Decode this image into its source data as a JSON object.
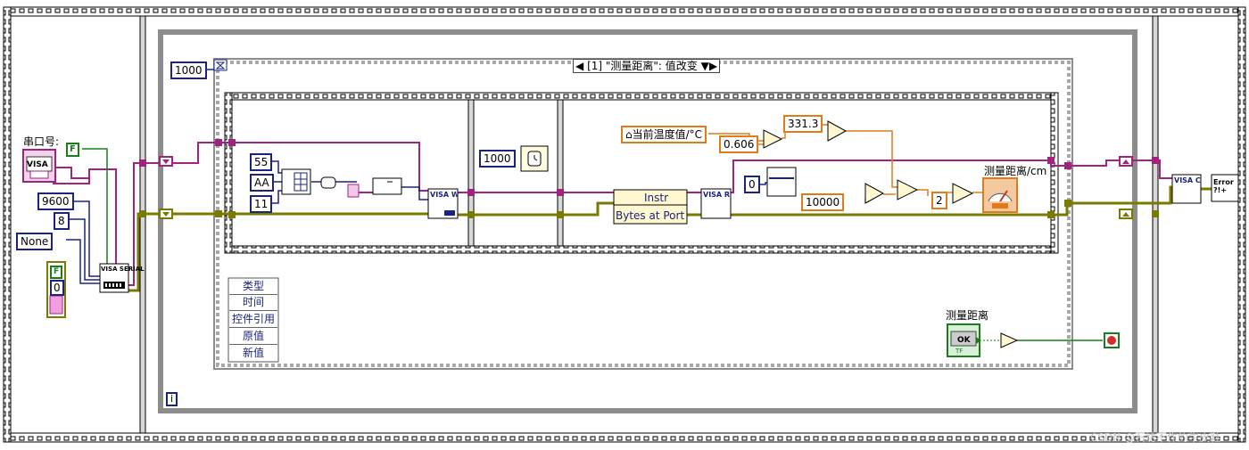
{
  "left_frame": {
    "port_label": "串口号:",
    "port_value": "VISA",
    "baud_rate": "9600",
    "data_bits": "8",
    "parity": "None",
    "flag_false": "F",
    "error_code": "0",
    "serial_node": "VISA SERIAL"
  },
  "while_loop": {
    "timeout": "1000",
    "iteration": "i"
  },
  "event_structure": {
    "case_selector": "[1] \"测量距离\": 值改变",
    "event_data": [
      "类型",
      "时间",
      "控件引用",
      "原值",
      "新值"
    ]
  },
  "frame1": {
    "bytes": [
      "55",
      "AA",
      "11"
    ],
    "write_node": "VISA W"
  },
  "frame2": {
    "wait_ms": "1000"
  },
  "frame3": {
    "temp_local": "当前温度值/°C",
    "coef": "0.606",
    "sound_speed": "331.3",
    "property_instr": "Instr",
    "property_bytes": "Bytes at Port",
    "index_const": "0",
    "divisor": "10000",
    "half": "2",
    "gauge_label": "测量距离/cm",
    "read_node": "VISA R"
  },
  "stop_section": {
    "button_label": "测量距离",
    "button_text": "OK",
    "button_sub": "TF"
  },
  "right_frame": {
    "close_node": "VISA C",
    "error_node": "Error ?!+"
  },
  "watermark": "CSDN @石坊不作的牛皮鞋",
  "colors": {
    "visa_wire": "#a0237e",
    "error_wire": "#7a7a00",
    "numeric_wire": "#1a237e",
    "dbl_wire": "#e07b1a",
    "bool_wire": "#1a7d1a",
    "frame_gray": "#8c8c8c"
  }
}
